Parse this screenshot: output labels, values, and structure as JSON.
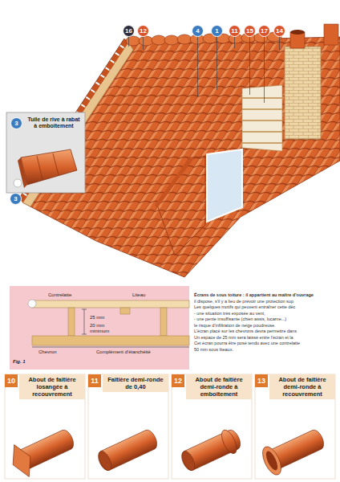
{
  "diagram": {
    "nodes": [
      {
        "text": [
          "16"
        ]
      },
      {
        "text": [
          "12"
        ]
      },
      {
        "text": [
          "4"
        ]
      },
      {
        "text": [
          "1"
        ]
      },
      {
        "text": [
          "11"
        ]
      },
      {
        "text": [
          "15"
        ]
      },
      {
        "text": [
          "17"
        ]
      },
      {
        "text": [
          "14"
        ]
      },
      {
        "text": [
          "Tuile de rive à rabat à emboîtement"
        ]
      },
      {
        "text": [
          "3"
        ],
        "in": 8
      },
      {
        "text": [
          "3"
        ]
      },
      {
        "text": [
          "10",
          "About de faîtière losangée à recouvrement"
        ]
      },
      {
        "text": [
          "11",
          "Faîtière demi-ronde de 0,40"
        ]
      },
      {
        "text": [
          "12",
          "About de faîtière demi-ronde à emboîtement"
        ]
      },
      {
        "text": [
          "13",
          "About de faîtière demi-ronde à recouvrement"
        ]
      }
    ],
    "labels": [
      "Contrelatte",
      "Liteau",
      "25 mm",
      "20 mm minimum",
      "Chevron",
      "Complément d'étanchéité",
      "Fig. 1",
      "Écrans de sous toiture : il appartient au maître d'ouvrage",
      "il dispose, s'il y a lieu de prévoir une protection sup",
      "Les quelques motifs qui peuvent entraîner cette déc",
      "- une situation très exposée au vent,",
      "- une pente insuffisante (chien assis, lucarne...)",
      "le risque d'infiltration de neige poudreuse.",
      "L'écran placé sur les chevrons devra permettre dans",
      "Un espace de 25 mm sera laissé entre l'écran et la",
      "Cet écran pourra être posé tendu avec une contrelatte",
      "50 mm sous liteaux."
    ]
  }
}
